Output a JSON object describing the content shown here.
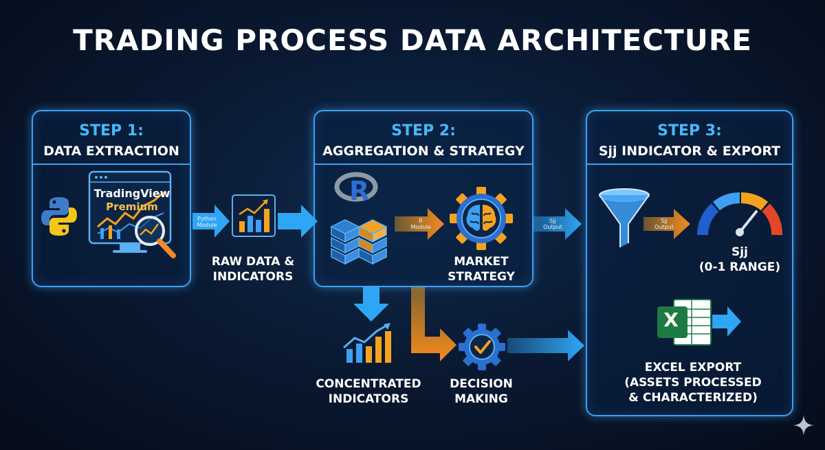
{
  "title": "TRADING PROCESS DATA ARCHITECTURE",
  "steps": [
    {
      "number": "STEP 1:",
      "name": "DATA EXTRACTION"
    },
    {
      "number": "STEP 2:",
      "name": "AGGREGATION & STRATEGY"
    },
    {
      "number": "STEP 3:",
      "name": "Sjj INDICATOR & EXPORT"
    }
  ],
  "tradingview": {
    "brand": "TradingView",
    "tier": "Premium"
  },
  "r_logo": "R",
  "excel_letter": "X",
  "arrows": {
    "python_module": [
      "Python",
      "Module"
    ],
    "r_module": [
      "R",
      "Module"
    ],
    "sjj_output_1": [
      "Sjj",
      "Output"
    ],
    "sjj_output_2": [
      "Sjj",
      "Output"
    ]
  },
  "labels": {
    "raw_data": [
      "RAW DATA &",
      "INDICATORS"
    ],
    "market_strategy": [
      "MARKET",
      "STRATEGY"
    ],
    "concentrated": [
      "CONCENTRATED",
      "INDICATORS"
    ],
    "decision": [
      "DECISION",
      "MAKING"
    ],
    "sjj": [
      "Sjj",
      "(0-1 RANGE)"
    ],
    "excel": [
      "EXCEL EXPORT",
      "(ASSETS PROCESSED",
      "& CHARACTERIZED)"
    ]
  },
  "colors": {
    "accent_blue": "#3fa0f2",
    "step_blue": "#47b8ff",
    "arrow_blue": "#2fa6f5",
    "arrow_orange": "#f58a1f",
    "excel_green": "#1e7a45"
  },
  "icons": [
    "python-logo-icon",
    "tradingview-monitor-icon",
    "magnifier-icon",
    "bar-chart-icon",
    "r-logo-icon",
    "database-cubes-icon",
    "brain-gear-icon",
    "decision-gear-icon",
    "funnel-icon",
    "gauge-icon",
    "excel-icon",
    "sparkle-icon"
  ]
}
